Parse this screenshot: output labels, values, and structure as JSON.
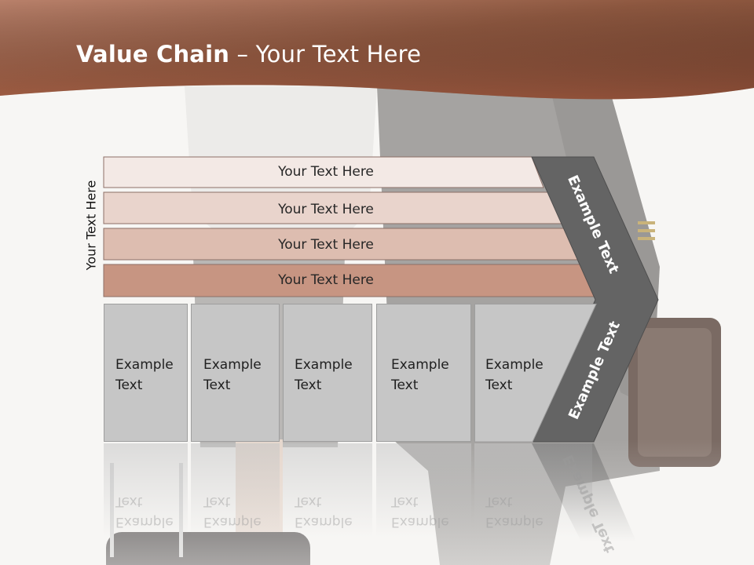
{
  "title": {
    "bold": "Value Chain",
    "rest": " – Your Text Here"
  },
  "side_label": "Your Text Here",
  "bands": [
    "Your Text Here",
    "Your Text Here",
    "Your Text Here",
    "Your Text Here"
  ],
  "boxes": [
    {
      "line1": "Example",
      "line2": "Text"
    },
    {
      "line1": "Example",
      "line2": "Text"
    },
    {
      "line1": "Example",
      "line2": "Text"
    },
    {
      "line1": "Example",
      "line2": "Text"
    },
    {
      "line1": "Example",
      "line2": "Text"
    }
  ],
  "chevron": {
    "upper": "Example Text",
    "lower": "Example Text"
  },
  "colors": {
    "header_dark": "#7a4b35",
    "header_light": "#c4876a",
    "band1": "#f3e9e5",
    "band2": "#e9d4cc",
    "band3": "#ddbdb0",
    "band4": "#c79582",
    "chevron": "#646464",
    "box": "#c6c6c6"
  }
}
